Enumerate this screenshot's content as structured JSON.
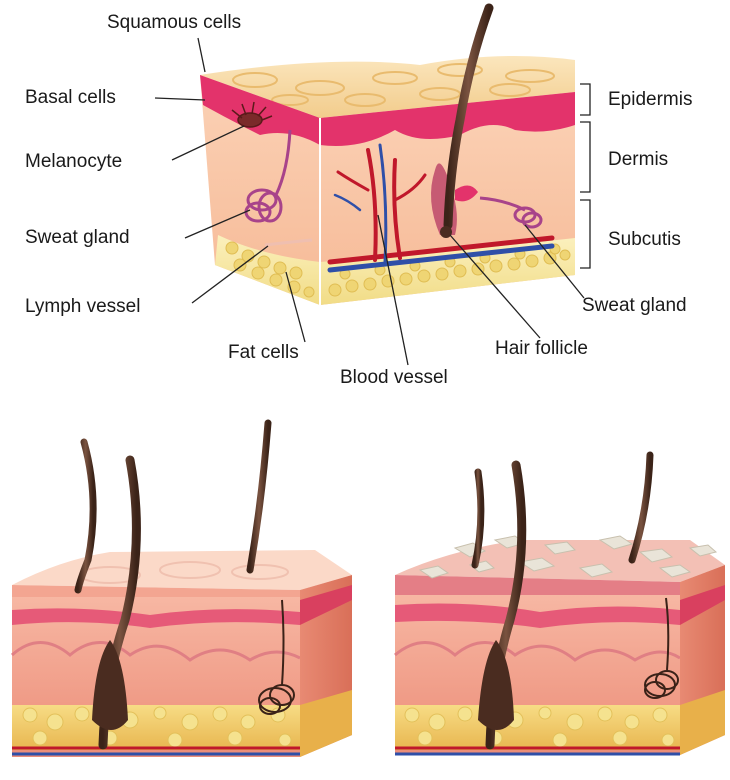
{
  "labels": {
    "squamous_cells": "Squamous cells",
    "basal_cells": "Basal cells",
    "melanocyte": "Melanocyte",
    "sweat_gland_left": "Sweat gland",
    "lymph_vessel": "Lymph vessel",
    "fat_cells": "Fat cells",
    "blood_vessel": "Blood vessel",
    "hair_follicle": "Hair follicle",
    "sweat_gland_right": "Sweat gland"
  },
  "layers": {
    "epidermis": "Epidermis",
    "dermis": "Dermis",
    "subcutis": "Subcutis"
  },
  "colors": {
    "epidermis_top": "#f6d9a6",
    "epidermis_pink": "#e3336b",
    "dermis": "#f8c6a8",
    "fat": "#f5e8a2",
    "fat_cell": "#ecd470",
    "hair": "#5b3a2b",
    "blood": "#c0182b",
    "vein": "#2f4fa8",
    "gland": "#a8438a"
  }
}
